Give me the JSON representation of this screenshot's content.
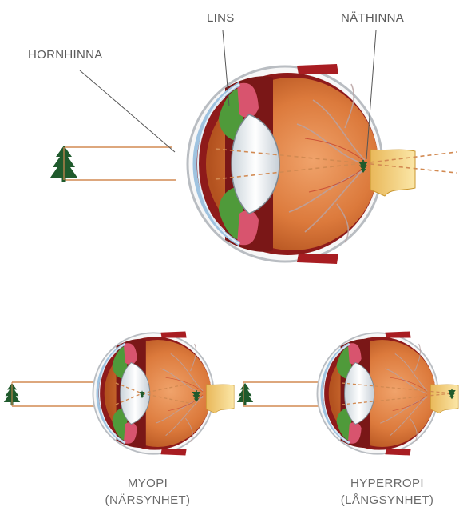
{
  "labels": {
    "cornea": "HORNHINNA",
    "lens": "LINS",
    "retina": "NÄTHINNA"
  },
  "captions": {
    "myopia_line1": "MYOPI",
    "myopia_line2": "(NÄRSYNHET)",
    "hyperopia_line1": "HYPERROPI",
    "hyperopia_line2": "(LÅNGSYNHET)"
  },
  "colors": {
    "sclera_outline": "#b9bdc2",
    "eye_inner": "#d9743a",
    "choroid": "#8e1a1a",
    "iris": "#4f9a3a",
    "cornea": "#9fc3e0",
    "lens": "#e8eef2",
    "light_ray": "#d28a52",
    "tree": "#1f5a2c",
    "optic_nerve": "#f3d27a"
  },
  "icons": [
    "tree-icon",
    "eye-diagram"
  ]
}
